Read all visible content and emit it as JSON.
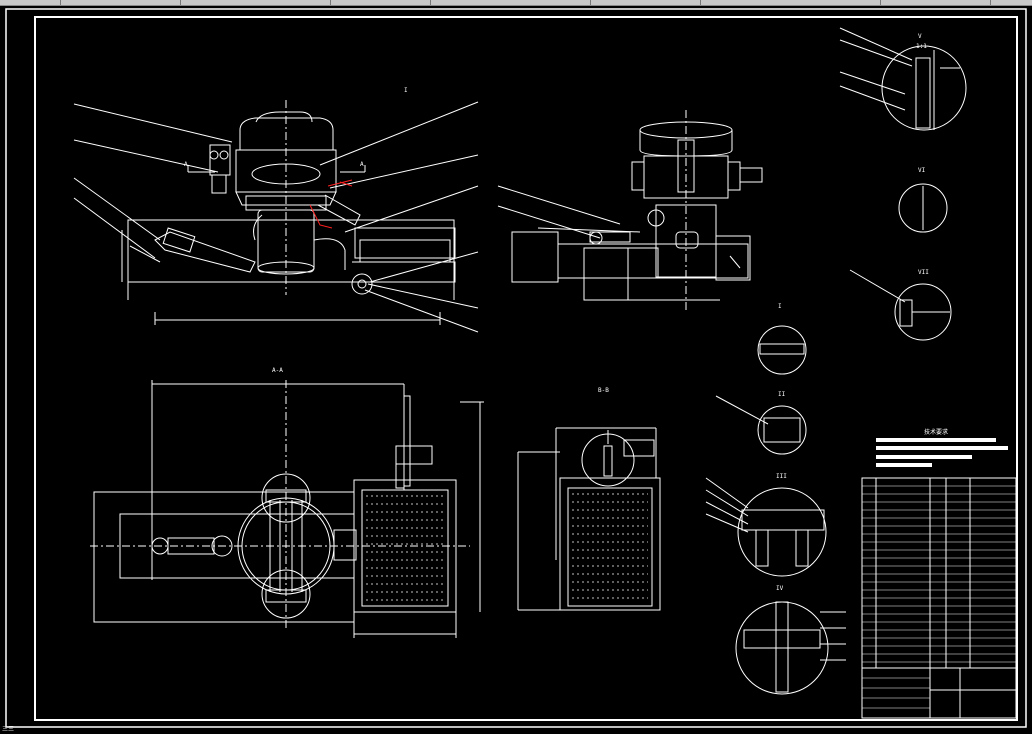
{
  "window": {
    "title": "",
    "status_text": "三三"
  },
  "drawing": {
    "type": "CAD mechanical assembly drawing",
    "background_color": "#000000",
    "line_color": "#ffffff",
    "highlight_color": "#ff2020",
    "section_labels": {
      "top_mark": "I",
      "section_a": "A",
      "section_aa": "A-A",
      "section_bb": "B-B",
      "detail_1": "I",
      "detail_2": "II",
      "detail_3": "III",
      "detail_4": "IV",
      "detail_5": "V",
      "detail_6": "VI",
      "detail_7": "VII",
      "scale": "1:1"
    },
    "title_block": {
      "heading": "技术要求"
    }
  }
}
